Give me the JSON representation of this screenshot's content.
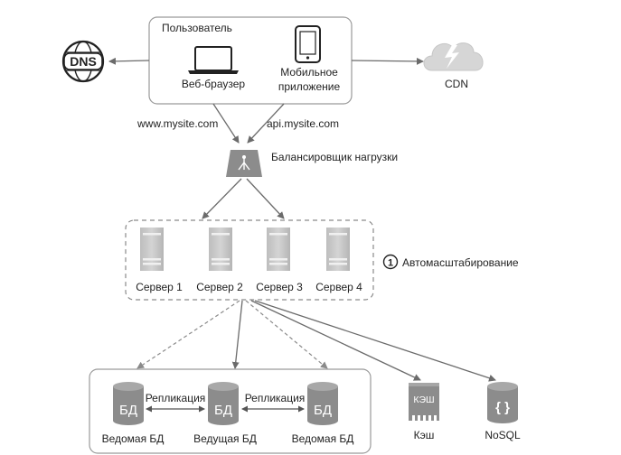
{
  "user_group": {
    "title": "Пользователь",
    "web_browser": "Веб-браузер",
    "mobile_app_line1": "Мобильное",
    "mobile_app_line2": "приложение"
  },
  "dns": {
    "label": "DNS"
  },
  "cdn": {
    "label": "CDN"
  },
  "domains": {
    "web": "www.mysite.com",
    "api": "api.mysite.com"
  },
  "load_balancer": {
    "label": "Балансировщик нагрузки"
  },
  "servers": [
    "Сервер 1",
    "Сервер 2",
    "Сервер 3",
    "Сервер 4"
  ],
  "autoscaling": {
    "number": "1",
    "label": "Автомасштабирование"
  },
  "databases": {
    "db_glyph": "БД",
    "replication": "Репликация",
    "slave_left": "Ведомая БД",
    "master": "Ведущая БД",
    "slave_right": "Ведомая БД"
  },
  "cache": {
    "glyph": "КЭШ",
    "label": "Кэш"
  },
  "nosql": {
    "glyph": "{ }",
    "label": "NoSQL"
  },
  "colors": {
    "icon_gray": "#8c8c8c",
    "frame_gray": "#9a9a9a",
    "arrow_gray": "#6b6b6b"
  }
}
